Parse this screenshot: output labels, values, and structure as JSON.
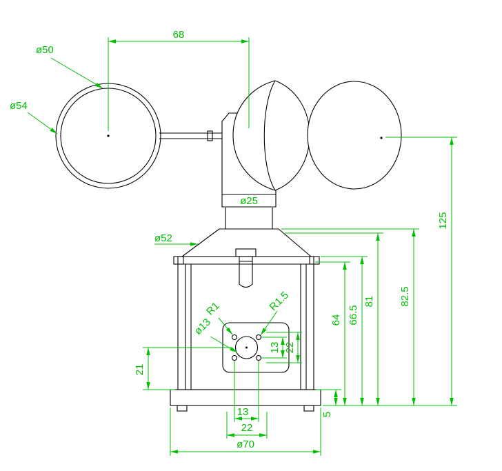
{
  "colors": {
    "background": "#ffffff",
    "geometry_line": "#000000",
    "dimension_line": "#00bf00"
  },
  "dims": {
    "cup_inner_dia": "ø50",
    "cup_outer_dia": "ø54",
    "cup_arm_span": "68",
    "shaft_dia": "ø25",
    "collar_dia": "ø52",
    "overall_height": "125",
    "height_a": "82.5",
    "height_b": "81",
    "height_c": "66.5",
    "height_d": "64",
    "plate_v_span": "22",
    "plate_v_pitch": "13",
    "hole_fillet_a": "R1",
    "hole_fillet_b": "R1.5",
    "center_hole_dia": "ø13",
    "plate_offset": "21",
    "base_plate_thickness": "5",
    "plate_h_pitch": "13",
    "plate_h_span": "22",
    "base_dia": "ø70"
  }
}
